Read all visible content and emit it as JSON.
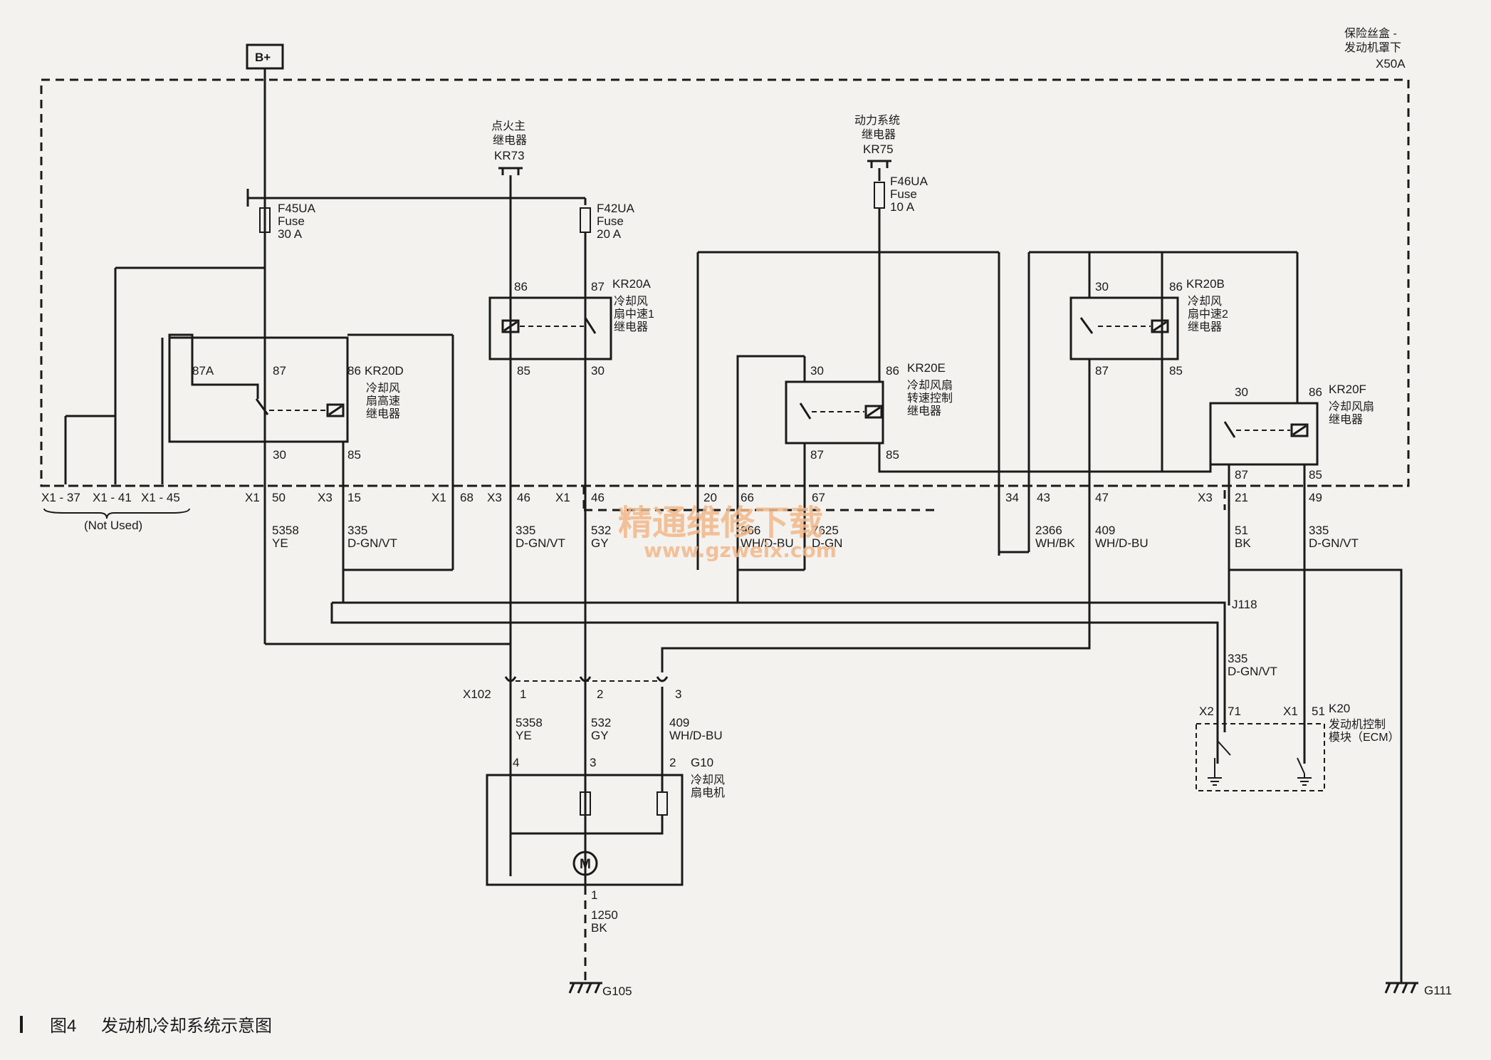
{
  "battery": {
    "label": "B+"
  },
  "fuse_box": {
    "name_line1": "保险丝盒 -",
    "name_line2": "发动机罩下",
    "id": "X50A"
  },
  "relays": {
    "kr73": {
      "name_line1": "点火主",
      "name_line2": "继电器",
      "id": "KR73"
    },
    "kr75": {
      "name_line1": "动力系统",
      "name_line2": "继电器",
      "id": "KR75"
    },
    "kr20a": {
      "id": "KR20A",
      "name_line1": "冷却风",
      "name_line2": "扇中速1",
      "name_line3": "继电器",
      "pins": {
        "p86": "86",
        "p87": "87",
        "p85": "85",
        "p30": "30"
      }
    },
    "kr20b": {
      "id": "KR20B",
      "name_line1": "冷却风",
      "name_line2": "扇中速2",
      "name_line3": "继电器",
      "pins": {
        "p30": "30",
        "p86": "86",
        "p87": "87",
        "p85": "85"
      }
    },
    "kr20d": {
      "id": "KR20D",
      "name_line1": "冷却风",
      "name_line2": "扇高速",
      "name_line3": "继电器",
      "pins": {
        "p87a": "87A",
        "p87": "87",
        "p86": "86",
        "p30": "30",
        "p85": "85"
      }
    },
    "kr20e": {
      "id": "KR20E",
      "name_line1": "冷却风扇",
      "name_line2": "转速控制",
      "name_line3": "继电器",
      "pins": {
        "p30": "30",
        "p86": "86",
        "p87": "87",
        "p85": "85"
      }
    },
    "kr20f": {
      "id": "KR20F",
      "name_line1": "冷却风扇",
      "name_line2": "继电器",
      "pins": {
        "p30": "30",
        "p86": "86",
        "p87": "87",
        "p85": "85"
      }
    }
  },
  "fuses": {
    "f45": {
      "id": "F45UA",
      "type": "Fuse",
      "rating": "30 A"
    },
    "f42": {
      "id": "F42UA",
      "type": "Fuse",
      "rating": "20 A"
    },
    "f46": {
      "id": "F46UA",
      "type": "Fuse",
      "rating": "10 A"
    }
  },
  "connector_row": {
    "x1_37": "X1 - 37",
    "x1_41": "X1 - 41",
    "x1_45": "X1 - 45",
    "not_used": "(Not Used)",
    "x1_a": "X1",
    "x3_a": "X3",
    "x1_b": "X1",
    "x3_b": "X3",
    "x1_c": "X1",
    "x3_c": "X3",
    "pins": [
      "50",
      "15",
      "68",
      "46",
      "46",
      "20",
      "66",
      "67",
      "34",
      "43",
      "47",
      "21",
      "49"
    ]
  },
  "wires": {
    "w5358": {
      "circuit": "5358",
      "color": "YE"
    },
    "w335a": {
      "circuit": "335",
      "color": "D-GN/VT"
    },
    "w335b": {
      "circuit": "335",
      "color": "D-GN/VT"
    },
    "w532": {
      "circuit": "532",
      "color": "GY"
    },
    "w966": {
      "circuit": "966",
      "color": "WH/D-BU"
    },
    "w7625": {
      "circuit": "7625",
      "color": "D-GN"
    },
    "w2366": {
      "circuit": "2366",
      "color": "WH/BK"
    },
    "w409": {
      "circuit": "409",
      "color": "WH/D-BU"
    },
    "w51": {
      "circuit": "51",
      "color": "BK"
    },
    "w335c": {
      "circuit": "335",
      "color": "D-GN/VT"
    },
    "w335d": {
      "circuit": "335",
      "color": "D-GN/VT"
    },
    "w5358b": {
      "circuit": "5358",
      "color": "YE"
    },
    "w532b": {
      "circuit": "532",
      "color": "GY"
    },
    "w409b": {
      "circuit": "409",
      "color": "WH/D-BU"
    },
    "w1250": {
      "circuit": "1250",
      "color": "BK"
    }
  },
  "splice": {
    "id": "J118"
  },
  "connector_x102": {
    "id": "X102",
    "pins": [
      "1",
      "2",
      "3"
    ]
  },
  "motor": {
    "id": "G10",
    "name_line1": "冷却风",
    "name_line2": "扇电机",
    "pins": [
      "4",
      "3",
      "2",
      "1"
    ],
    "symbol": "M"
  },
  "ecm": {
    "id": "K20",
    "name_line1": "发动机控制",
    "name_line2": "模块（ECM）",
    "x2": "X2",
    "p71": "71",
    "x1": "X1",
    "p51": "51"
  },
  "grounds": {
    "g105": "G105",
    "g111": "G111"
  },
  "watermark": {
    "text": "精通维修下载",
    "url": "www.gzweix.com"
  },
  "caption": {
    "figure": "图4",
    "title": "发动机冷却系统示意图"
  }
}
